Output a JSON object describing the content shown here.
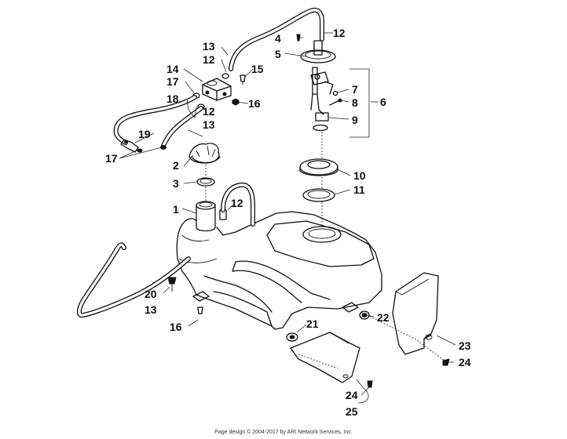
{
  "labels": {
    "1": "1",
    "2": "2",
    "3": "3",
    "4": "4",
    "5": "5",
    "6": "6",
    "7": "7",
    "8": "8",
    "9": "9",
    "10": "10",
    "11": "11",
    "12": "12",
    "13": "13",
    "14": "14",
    "15": "15",
    "16": "16",
    "17": "17",
    "18": "18",
    "19": "19",
    "20": "20",
    "21": "21",
    "22": "22",
    "23": "23",
    "24": "24",
    "25": "25"
  },
  "footer": "Page design © 2004-2017 by ARI Network Services, Inc."
}
